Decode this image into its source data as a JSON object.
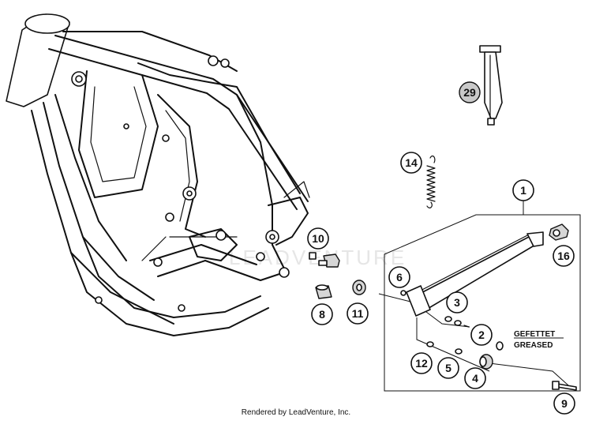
{
  "diagram": {
    "callouts": {
      "c1": "1",
      "c2": "2",
      "c3": "3",
      "c4": "4",
      "c5": "5",
      "c6": "6",
      "c8": "8",
      "c9": "9",
      "c10": "10",
      "c11": "11",
      "c12": "12",
      "c14": "14",
      "c16": "16",
      "c29": "29"
    },
    "note_line1": "GEFETTET",
    "note_line2": "GREASED",
    "footer": "Rendered by LeadVenture, Inc.",
    "watermark": "LEADVENTURE"
  }
}
